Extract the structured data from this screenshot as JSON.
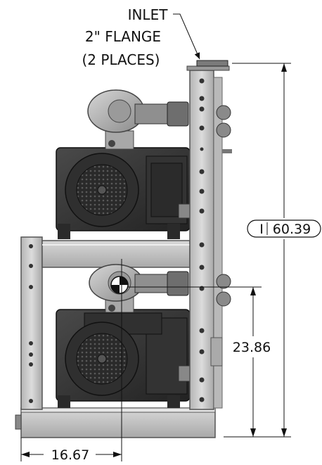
{
  "callout": {
    "line1": "INLET",
    "line2": "2\" FLANGE",
    "line3": "(2 PLACES)"
  },
  "dimensions": {
    "overall_height": {
      "prefix": "I",
      "value": "60.39"
    },
    "center_height": {
      "value": "23.86"
    },
    "center_offset": {
      "value": "16.67"
    }
  },
  "colors": {
    "frame": "#c9c9c9",
    "frame_shade": "#9e9e9e",
    "motor": "#3a3a3a",
    "motor_dark": "#1c1c1c",
    "pump": "#bdbdbd",
    "line": "#111111"
  }
}
